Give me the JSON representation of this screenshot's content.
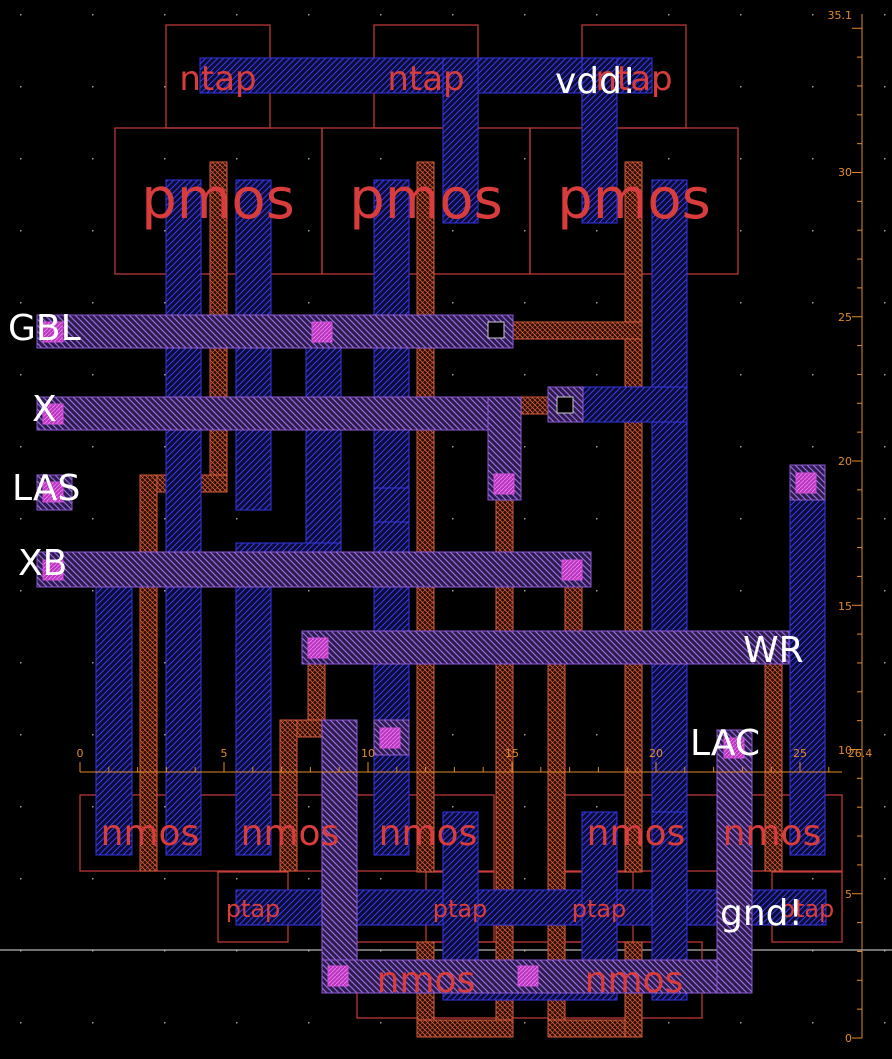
{
  "ruler": {
    "right_ticks": [
      "35.1",
      "30",
      "25",
      "20",
      "15",
      "10",
      "5",
      "0"
    ],
    "bottom_ticks": [
      "0",
      "5",
      "10",
      "15",
      "20",
      "25",
      "26.4"
    ]
  },
  "cells": {
    "ntap": "ntap",
    "pmos": "pmos",
    "nmos": "nmos",
    "ptap": "ptap"
  },
  "pins": {
    "vdd": "vdd!",
    "gnd": "gnd!",
    "gbl": "GBL",
    "x": "X",
    "las": "LAS",
    "xb": "XB",
    "wr": "WR",
    "lac": "LAC"
  },
  "colors": {
    "background": "#000000",
    "poly": "#d45a3a",
    "metal1": "#3434e0",
    "metal2": "#8c5ad2",
    "via": "#c040c8",
    "outline": "#c83c3c",
    "label": "#ffffff",
    "ruler": "#e08a2a"
  }
}
